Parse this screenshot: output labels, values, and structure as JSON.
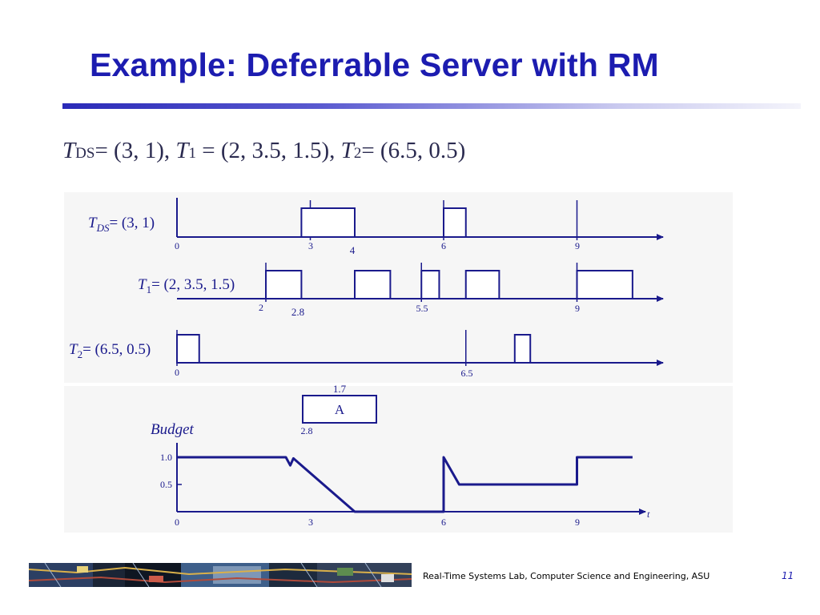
{
  "slide": {
    "title": "Example: Deferrable Server with RM",
    "params": {
      "tds_T": "T",
      "tds_sub": "DS",
      "tds_val": "= (3, 1), ",
      "t1_T": "T",
      "t1_sub": "1",
      "t1_val": " = (2, 3.5, 1.5), ",
      "t2_T": "T",
      "t2_sub": "2",
      "t2_val": "= (6.5, 0.5)"
    },
    "footer": {
      "text": "Real-Time Systems Lab, Computer Science and Engineering, ASU",
      "page": "11"
    }
  },
  "diagram": {
    "rows": [
      {
        "name": "tds",
        "label_T": "T",
        "label_sub": "DS",
        "label_rest": "= (3, 1)",
        "ticks": [
          {
            "value": "0",
            "t": 0
          },
          {
            "value": "3",
            "t": 3
          },
          {
            "value": "6",
            "t": 6
          },
          {
            "value": "9",
            "t": 9
          }
        ],
        "extra_labels": [
          {
            "text": "4",
            "t": 4
          }
        ],
        "markers": [
          3,
          6,
          9
        ],
        "boxes": [
          [
            2.8,
            4.0
          ],
          [
            6.0,
            6.5
          ]
        ]
      },
      {
        "name": "t1",
        "label_T": "T",
        "label_sub": "1",
        "label_rest": "= (2, 3.5, 1.5)",
        "ticks": [
          {
            "value": "2",
            "t": 2
          },
          {
            "value": "2.8",
            "t": 2.8
          },
          {
            "value": "5.5",
            "t": 5.5
          },
          {
            "value": "9",
            "t": 9
          }
        ],
        "extra_labels": [],
        "markers": [
          2,
          5.5,
          9
        ],
        "boxes": [
          [
            2.0,
            2.8
          ],
          [
            4.0,
            4.8
          ],
          [
            5.5,
            5.9
          ],
          [
            6.5,
            7.25
          ],
          [
            9.0,
            10.25
          ]
        ]
      },
      {
        "name": "t2",
        "label_T": "T",
        "label_sub": "2",
        "label_rest": "= (6.5, 0.5)",
        "ticks": [
          {
            "value": "0",
            "t": 0
          },
          {
            "value": "6.5",
            "t": 6.5
          }
        ],
        "extra_labels": [],
        "markers": [
          0,
          6.5
        ],
        "boxes": [
          [
            0.0,
            0.5
          ],
          [
            7.6,
            7.95
          ]
        ]
      }
    ],
    "aperiodic": {
      "label": "A",
      "arrival_label": "2.8",
      "exec_label": "1.7",
      "span": [
        2.8,
        4.5
      ]
    },
    "budget": {
      "title": "Budget",
      "y_labels": [
        {
          "value": "1.0",
          "b": 1.0
        },
        {
          "value": "0.5",
          "b": 0.5
        }
      ],
      "x_labels": [
        {
          "value": "0",
          "t": 0
        },
        {
          "value": "3",
          "t": 3
        },
        {
          "value": "6",
          "t": 6
        },
        {
          "value": "9",
          "t": 9
        }
      ],
      "axis_t": "t",
      "points": [
        [
          0,
          1.0
        ],
        [
          2.45,
          1.0
        ],
        [
          2.55,
          0.85
        ],
        [
          2.62,
          0.98
        ],
        [
          4.0,
          0.0
        ],
        [
          6.0,
          0.0
        ],
        [
          6.0,
          1.0
        ],
        [
          6.35,
          0.5
        ],
        [
          9.0,
          0.5
        ],
        [
          9.0,
          1.0
        ],
        [
          10.25,
          1.0
        ]
      ]
    }
  }
}
